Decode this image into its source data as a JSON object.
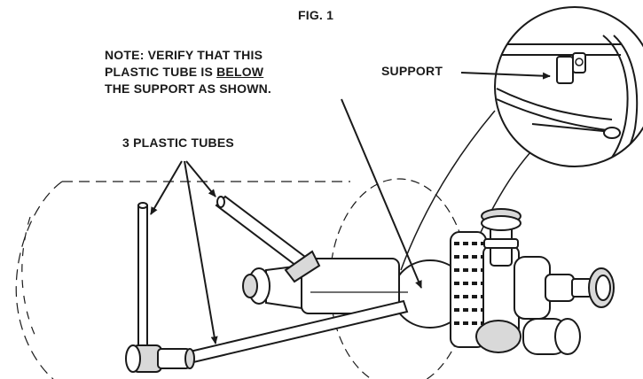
{
  "figure": {
    "title": "FIG. 1"
  },
  "labels": {
    "note_line1": "NOTE:  VERIFY THAT THIS",
    "note_line2_pre": "PLASTIC TUBE IS ",
    "note_line2_emph": "BELOW",
    "note_line3": "THE SUPPORT AS SHOWN.",
    "support": "SUPPORT",
    "tubes": "3 PLASTIC TUBES"
  },
  "colors": {
    "ink": "#1a1a1a",
    "fill_light": "#ffffff",
    "fill_mid": "#d9d9d9"
  }
}
